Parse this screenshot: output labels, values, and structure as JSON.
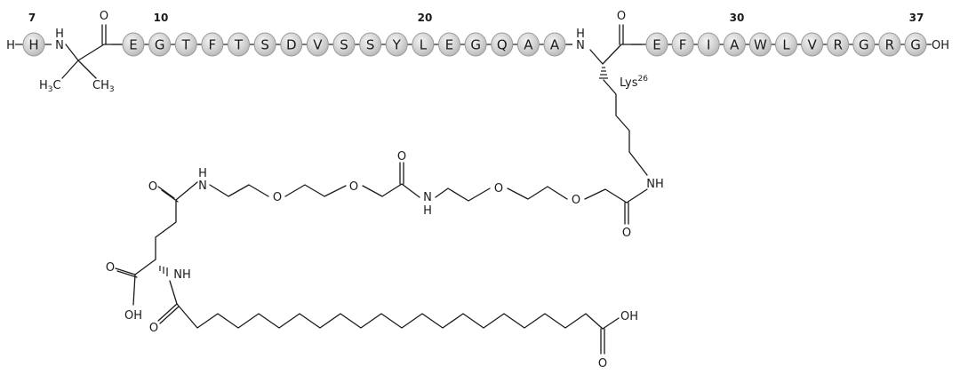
{
  "peptide": {
    "n_terminus": "H",
    "c_terminus": "OH",
    "residues_a": [
      "H"
    ],
    "residues_b": [
      "E",
      "G",
      "T",
      "F",
      "T",
      "S",
      "D",
      "V",
      "S",
      "S",
      "Y",
      "L",
      "E",
      "G",
      "Q",
      "A",
      "A"
    ],
    "residues_c": [
      "E",
      "F",
      "I",
      "A",
      "W",
      "L",
      "V",
      "R",
      "G",
      "R",
      "G"
    ],
    "position_numbers": [
      "7",
      "10",
      "20",
      "30",
      "37"
    ],
    "lys_label": "Lys",
    "lys_position": "26"
  },
  "atoms": {
    "aib_nh_n": "N",
    "aib_nh_h": "H",
    "aib_me_left_h3": "H",
    "aib_me_left_sub": "3",
    "aib_me_left_c": "C",
    "aib_me_right": "CH",
    "aib_me_right_sub": "3",
    "aib_carbonyl_o": "O",
    "lys_backbone_nh_n": "N",
    "lys_backbone_nh_h": "H",
    "lys_carbonyl_o": "O",
    "lys_side_nh": "NH",
    "linker_amide2_o": "O",
    "linker_ether2b_o": "O",
    "linker_ether2a_o": "O",
    "linker_mid_nh_n": "N",
    "linker_mid_nh_h": "H",
    "linker_mid_o": "O",
    "linker_ether1b_o": "O",
    "linker_ether1a_o": "O",
    "linker_nh1_h": "H",
    "linker_nh1_n": "N",
    "glu_gamma_o": "O",
    "glu_acid_o": "O",
    "glu_acid_oh": "OH",
    "glu_nh": "NH",
    "fatty_amide_o": "O",
    "fatty_acid_oh": "OH",
    "fatty_acid_o": "O"
  }
}
